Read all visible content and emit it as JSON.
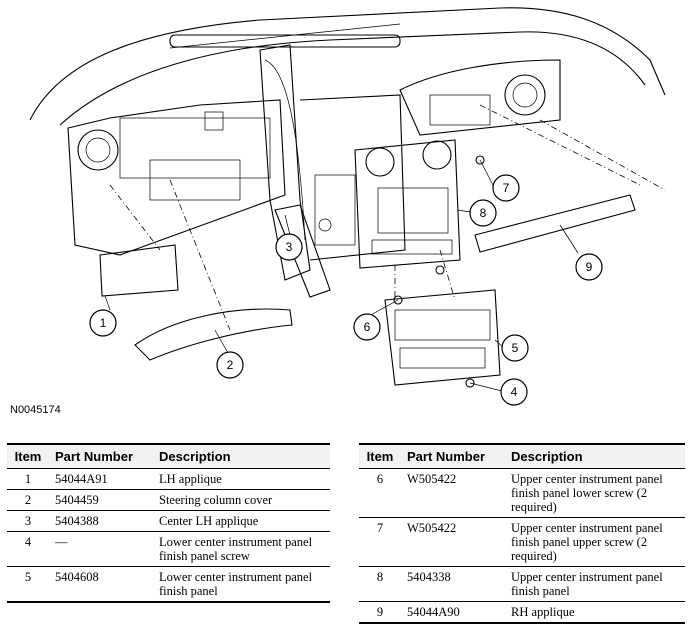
{
  "figure_id": "N0045174",
  "callouts": [
    "1",
    "2",
    "3",
    "4",
    "5",
    "6",
    "7",
    "8",
    "9"
  ],
  "table": {
    "headers": {
      "item": "Item",
      "part_number": "Part Number",
      "description": "Description"
    },
    "left_rows": [
      {
        "item": "1",
        "part_number": "54044A91",
        "description": "LH applique"
      },
      {
        "item": "2",
        "part_number": "5404459",
        "description": "Steering column cover"
      },
      {
        "item": "3",
        "part_number": "5404388",
        "description": "Center LH applique"
      },
      {
        "item": "4",
        "part_number": "—",
        "description": "Lower center instrument panel finish panel screw"
      },
      {
        "item": "5",
        "part_number": "5404608",
        "description": "Lower center instrument panel finish panel"
      }
    ],
    "right_rows": [
      {
        "item": "6",
        "part_number": "W505422",
        "description": "Upper center instrument panel finish panel lower screw (2 required)"
      },
      {
        "item": "7",
        "part_number": "W505422",
        "description": "Upper center instrument panel finish panel upper screw (2 required)"
      },
      {
        "item": "8",
        "part_number": "5404338",
        "description": "Upper center instrument panel finish panel"
      },
      {
        "item": "9",
        "part_number": "54044A90",
        "description": "RH applique"
      }
    ]
  }
}
